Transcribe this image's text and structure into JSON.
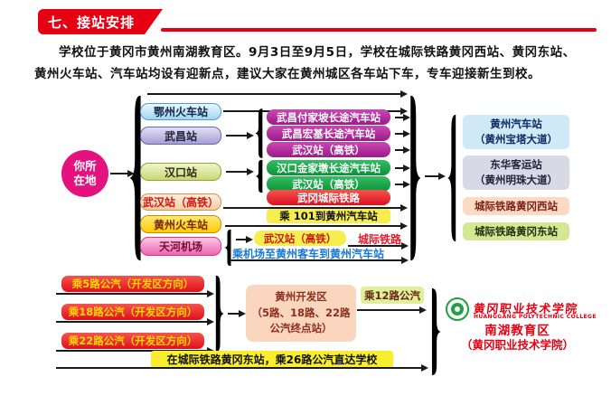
{
  "header": {
    "banner": "七、接站安排",
    "intro": "学校位于黄冈市黄州南湖教育区。9月3日至9月5日，学校在城际铁路黄冈西站、黄冈东站、黄州火车站、汽车站均设有迎新点，建议大家在黄州城区各车站下车，专车迎接新生到校。"
  },
  "diagram": {
    "origin": {
      "line1": "你所",
      "line2": "在地"
    },
    "left_stations": [
      {
        "label": "鄂州火车站"
      },
      {
        "label": "武昌站"
      },
      {
        "label": "汉口站"
      },
      {
        "label": "武汉站（高铁）"
      },
      {
        "label": "黄州火车站"
      },
      {
        "label": "天河机场"
      }
    ],
    "wuchang_routes": [
      {
        "label": "武昌付家坡长途汽车站"
      },
      {
        "label": "武昌宏基长途汽车站"
      },
      {
        "label": "武汉站（高铁）"
      }
    ],
    "hankou_routes": [
      {
        "label": "汉口金家墩长途汽车站"
      },
      {
        "label": "武汉站（高铁）"
      }
    ],
    "wuhan_rail_label": "武冈城际铁路",
    "bus101_label": "乘 101到黄州汽车站",
    "tianhe": {
      "station": "武汉站（高铁）",
      "via": "城际铁路",
      "direct": "乘机场至黄州客车到黄州汽车站"
    },
    "destinations": [
      {
        "line1": "黄州汽车站",
        "line2": "（黄州宝塔大道）"
      },
      {
        "line1": "东华客运站",
        "line2": "（黄州明珠大道）"
      },
      {
        "line1": "城际铁路黄冈西站"
      },
      {
        "line1": "城际铁路黄冈东站"
      }
    ]
  },
  "bottom": {
    "bus_routes": [
      {
        "label": "乘5路公汽（开发区方向）"
      },
      {
        "label": "乘18路公汽（开发区方向）"
      },
      {
        "label": "乘22路公汽（开发区方向）"
      }
    ],
    "dev_zone": {
      "line1": "黄州开发区",
      "line2": "（5路、18路、22路",
      "line3": "公汽终点站）"
    },
    "bus12_label": "乘12路公汽",
    "bus26_label": "在城际铁路黄冈东站，乘26路公汽直达学校",
    "school": {
      "calligraphy": "黄冈职业技术学院",
      "english": "HUANGGANG POLYTECHNIC COLLEGE",
      "area": "南湖教育区",
      "college": "（黄冈职业技术学院）"
    }
  },
  "colors": {
    "red": "#e60012",
    "magenta": "#e4117f",
    "purple": "#b0259b",
    "green": "#0fa03c",
    "yellow": "#f5ee4e",
    "gold": "#ffd800",
    "blue_text": "#1878d8"
  }
}
